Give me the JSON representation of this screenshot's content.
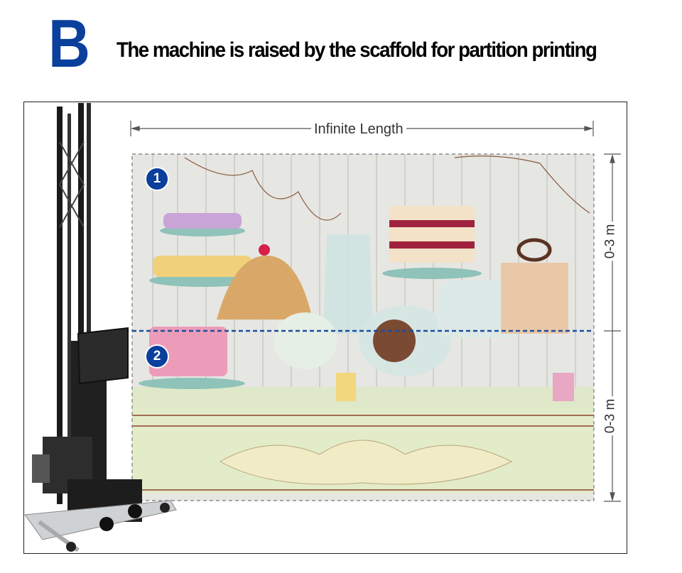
{
  "header": {
    "section_letter": "B",
    "title": "The machine is raised by the scaffold for partition printing"
  },
  "diagram": {
    "width_label": "Infinite Length",
    "zones": [
      {
        "number": "1",
        "height_label": "0-3 m"
      },
      {
        "number": "2",
        "height_label": "0-3 m"
      }
    ]
  },
  "colors": {
    "accent": "#0a3f9c",
    "divider": "#1b4e9e"
  }
}
